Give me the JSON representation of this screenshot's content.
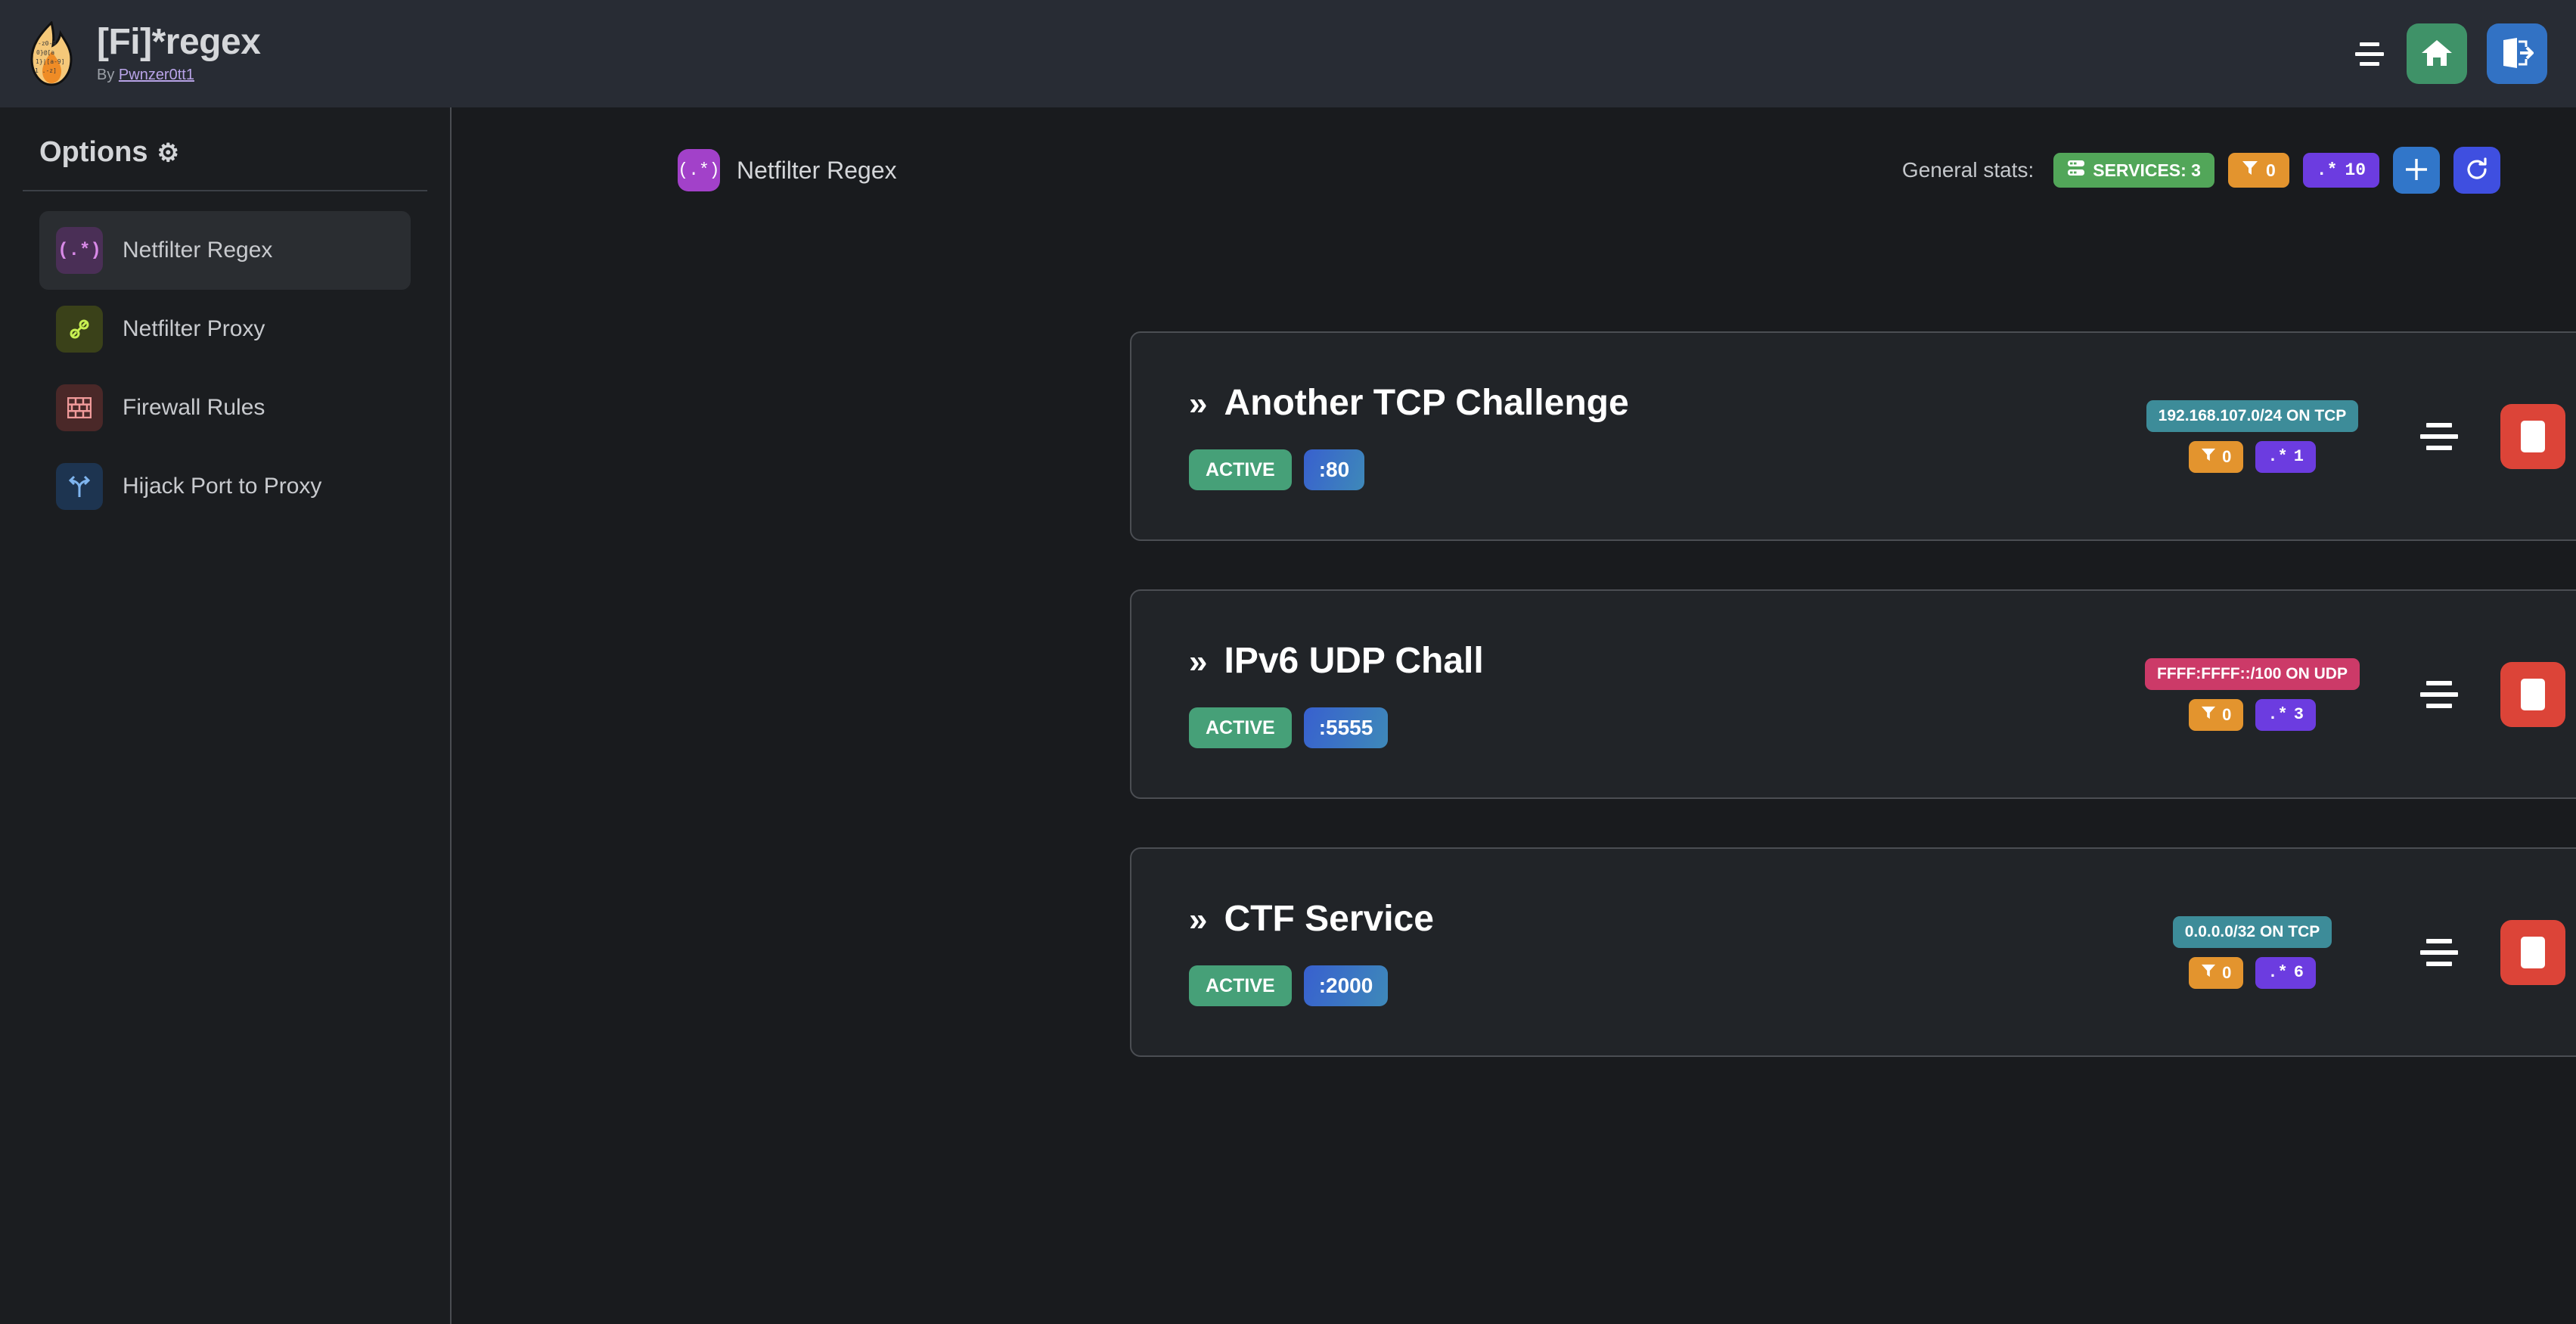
{
  "header": {
    "title": "[Fi]*regex",
    "by_prefix": "By ",
    "author": "Pwnzer0tt1",
    "logo_icon": "flame-logo",
    "menu_icon": "hamburger-icon",
    "home_icon": "home-icon",
    "logout_icon": "logout-icon"
  },
  "sidebar": {
    "heading": "Options",
    "heading_icon": "gear-icon",
    "gear_glyph": "⚙",
    "items": [
      {
        "label": "Netfilter Regex",
        "icon": "regex-icon",
        "glyph": "(.*)",
        "active": true
      },
      {
        "label": "Netfilter Proxy",
        "icon": "plug-icon",
        "glyph": "",
        "active": false
      },
      {
        "label": "Firewall Rules",
        "icon": "brick-wall-icon",
        "glyph": "",
        "active": false
      },
      {
        "label": "Hijack Port to Proxy",
        "icon": "route-split-icon",
        "glyph": "",
        "active": false
      }
    ]
  },
  "main": {
    "page_title": "Netfilter Regex",
    "page_title_icon": "regex-icon",
    "page_title_glyph": "(.*)",
    "general_stats_label": "General stats:",
    "stats": {
      "services_label": "SERVICES: 3",
      "services_icon": "server-stack-icon",
      "filters_value": "0",
      "filters_icon": "filter-icon",
      "regexes_value": "10",
      "regexes_icon": "regex-dotstar-icon",
      "regexes_glyph": ".*"
    },
    "add_button_icon": "plus-icon",
    "refresh_button_icon": "refresh-icon"
  },
  "services": [
    {
      "name": "Another TCP Challenge",
      "chevrons": "»",
      "status": "ACTIVE",
      "port": ":80",
      "network": "192.168.107.0/24 ON TCP",
      "protocol": "tcp",
      "filters": "0",
      "regexes": "1",
      "drag_icon": "drag-handle-icon",
      "stop_icon": "stop-icon",
      "play_icon": "play-icon",
      "details_icon": "chevron-right-icon"
    },
    {
      "name": "IPv6 UDP Chall",
      "chevrons": "»",
      "status": "ACTIVE",
      "port": ":5555",
      "network": "FFFF:FFFF::/100 ON UDP",
      "protocol": "udp",
      "filters": "0",
      "regexes": "3",
      "drag_icon": "drag-handle-icon",
      "stop_icon": "stop-icon",
      "play_icon": "play-icon",
      "details_icon": "chevron-right-icon"
    },
    {
      "name": "CTF Service",
      "chevrons": "»",
      "status": "ACTIVE",
      "port": ":2000",
      "network": "0.0.0.0/32 ON TCP",
      "protocol": "tcp",
      "filters": "0",
      "regexes": "6",
      "drag_icon": "drag-handle-icon",
      "stop_icon": "stop-icon",
      "play_icon": "play-icon",
      "details_icon": "chevron-right-icon"
    }
  ],
  "colors": {
    "header_bg": "#282c34",
    "page_bg": "#191b1e",
    "sidebar_bg": "#1b1d20",
    "card_bg": "#212428",
    "card_border": "#4b4e53",
    "accent_green": "#52a659",
    "accent_orange": "#e3942e",
    "accent_purple": "#6c3ce0",
    "accent_teal": "#3d8c99",
    "accent_pink": "#cc3a68",
    "accent_red": "#dc4438",
    "accent_blue": "#3176c9"
  }
}
